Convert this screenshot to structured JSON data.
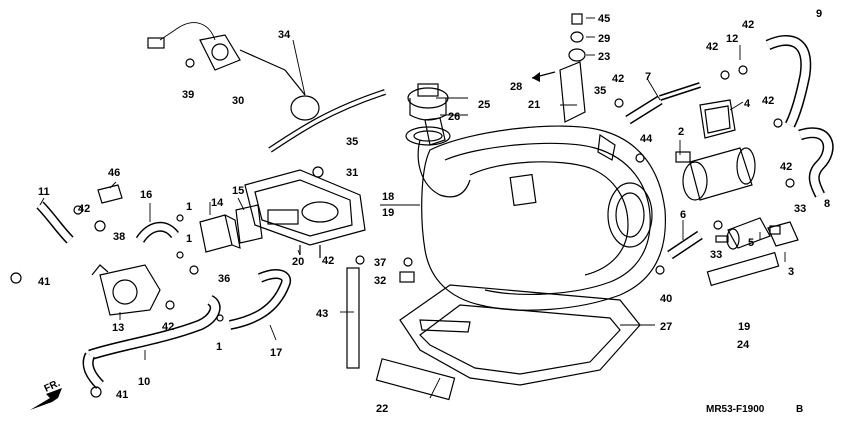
{
  "diagram": {
    "code": "MR53-F1900",
    "revision": "B",
    "direction_label": "FR.",
    "callouts": {
      "c1a": "1",
      "c1b": "1",
      "c1c": "1",
      "c2": "2",
      "c3": "3",
      "c4": "4",
      "c5": "5",
      "c6": "6",
      "c7": "7",
      "c8": "8",
      "c9": "9",
      "c10": "10",
      "c11": "11",
      "c12": "12",
      "c13": "13",
      "c14": "14",
      "c15": "15",
      "c16": "16",
      "c17": "17",
      "c18": "18",
      "c19a": "19",
      "c19b": "19",
      "c20": "20",
      "c21": "21",
      "c22": "22",
      "c23": "23",
      "c24": "24",
      "c25": "25",
      "c26": "26",
      "c27": "27",
      "c28": "28",
      "c29": "29",
      "c30": "30",
      "c31": "31",
      "c32": "32",
      "c33a": "33",
      "c33b": "33",
      "c34": "34",
      "c35a": "35",
      "c35b": "35",
      "c36": "36",
      "c37": "37",
      "c38": "38",
      "c39": "39",
      "c40": "40",
      "c41a": "41",
      "c41b": "41",
      "c42a": "42",
      "c42b": "42",
      "c42c": "42",
      "c42d": "42",
      "c42e": "42",
      "c42f": "42",
      "c42g": "42",
      "c42h": "42",
      "c43": "43",
      "c44": "44",
      "c45": "45",
      "c46": "46"
    }
  }
}
